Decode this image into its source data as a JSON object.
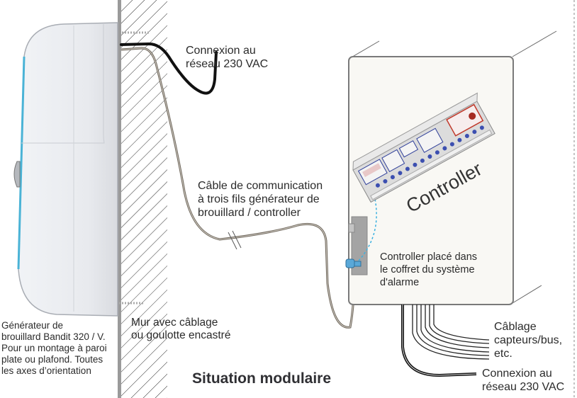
{
  "title": "Situation modulaire",
  "labels": {
    "generator": [
      "Générateur de",
      "brouillard Bandit 320 / V.",
      "Pour un montage à paroi",
      "plate ou plafond. Toutes",
      "les axes d’orientation"
    ],
    "mains_top": [
      "Connexion au",
      "réseau 230 VAC"
    ],
    "comm_cable": [
      "Câble de communication",
      "à trois fils générateur de",
      "brouillard / controller"
    ],
    "controller_word": "Controller",
    "controller_placed": [
      "Controller placé dans",
      "le coffret du système",
      "d'alarme"
    ],
    "wall": [
      "Mur avec câblage",
      "ou goulotte encastré"
    ],
    "sensor_wiring": [
      "Câblage",
      "capteurs/bus,",
      "etc."
    ],
    "mains_bottom": [
      "Connexion au",
      "réseau 230 VAC"
    ]
  },
  "colors": {
    "generator_body": "#e6e8ec",
    "generator_accent": "#4ab3d6",
    "wall_edge": "#9a9a9a",
    "cabinet_fill": "#f9f8f4",
    "cabinet_stroke": "#7a7a7a",
    "cable_black": "#111111",
    "cable_comm": "#6b6358",
    "dashed_arrow": "#3ab0e0",
    "controller_red": "#c0392b",
    "controller_blue": "#2f3f9a"
  }
}
